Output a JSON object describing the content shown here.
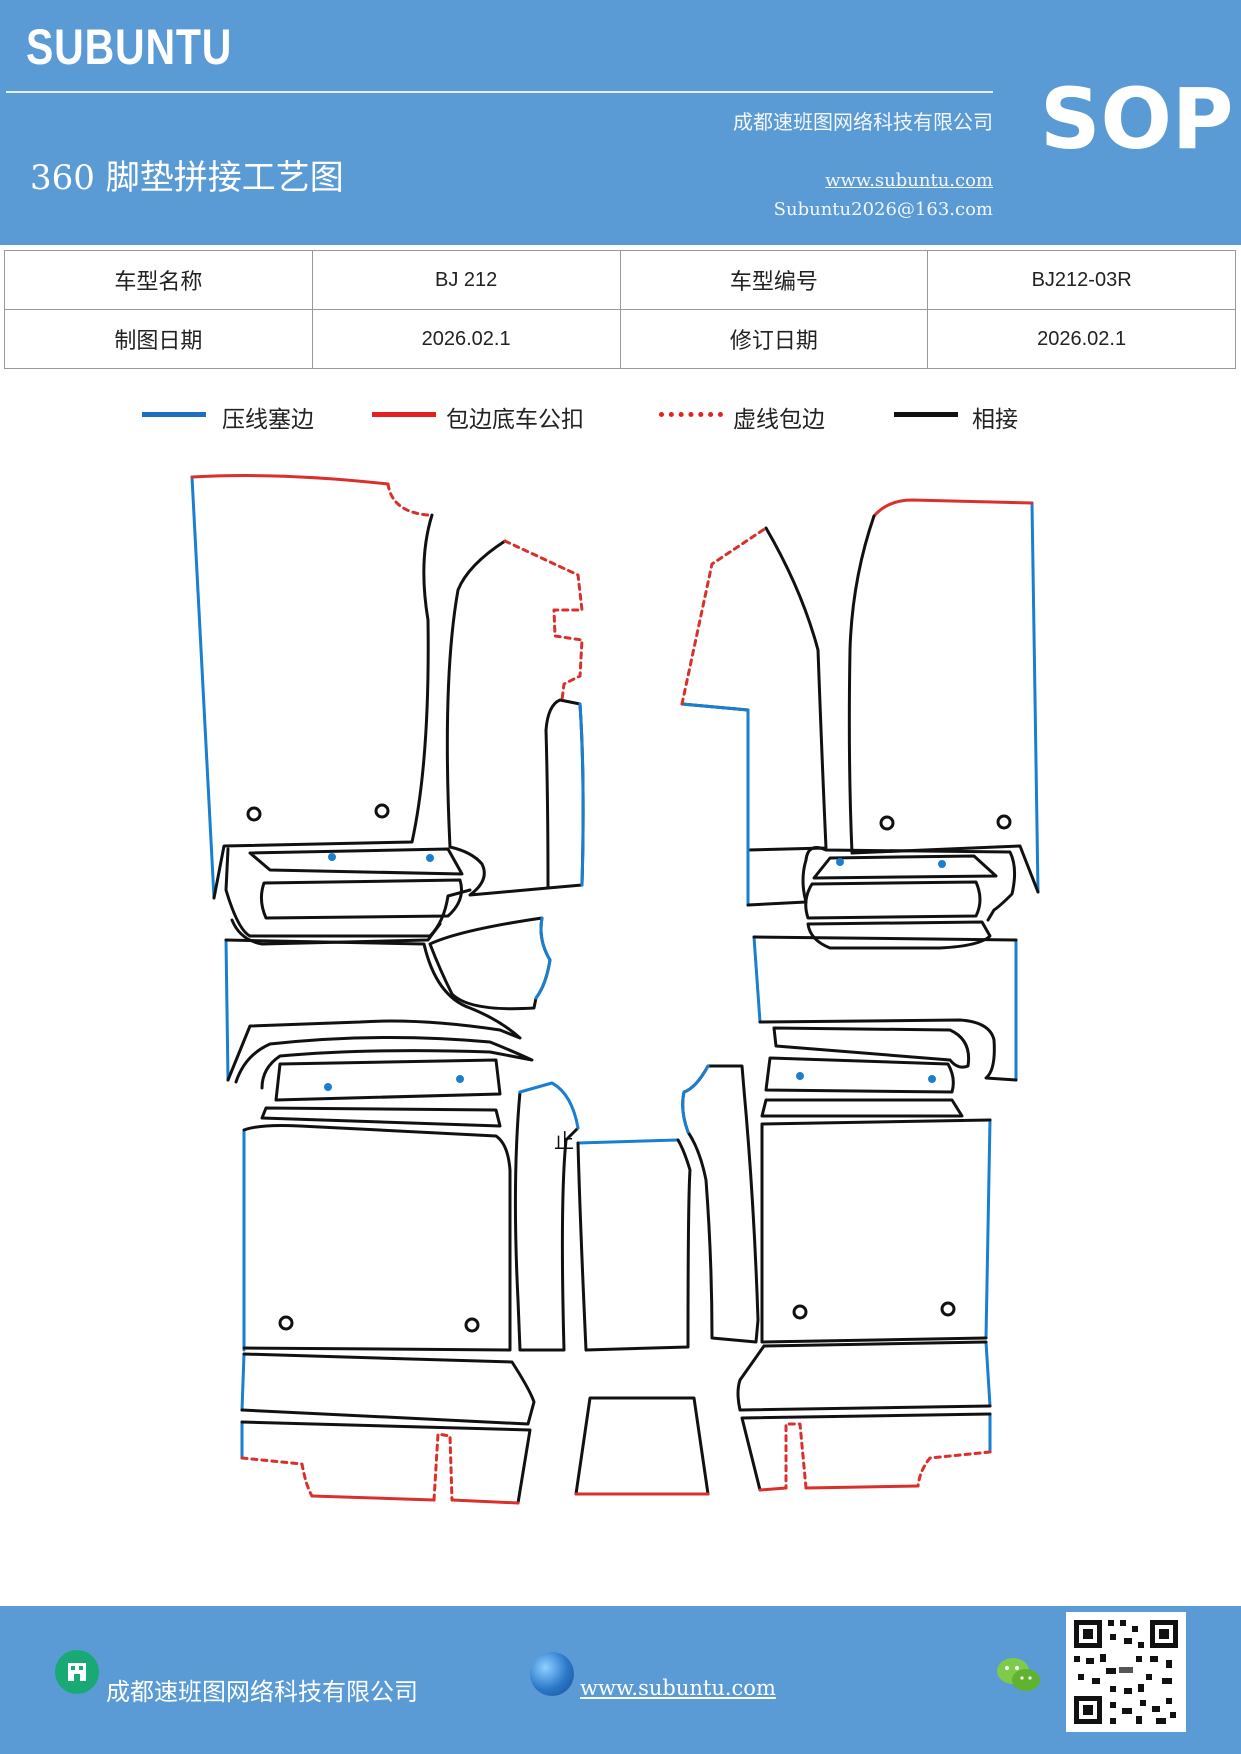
{
  "header": {
    "brand": "SUBUNTU",
    "company": "成都速班图网络科技有限公司",
    "title": "360 脚垫拼接工艺图",
    "website": "www.subuntu.com",
    "email": "Subuntu2026@163.com",
    "badge": "SOP"
  },
  "info_table": {
    "model_name_label": "车型名称",
    "model_name_value": "BJ 212",
    "model_code_label": "车型编号",
    "model_code_value": "BJ212-03R",
    "draw_date_label": "制图日期",
    "draw_date_value": "2026.02.1",
    "revise_date_label": "修订日期",
    "revise_date_value": "2026.02.1"
  },
  "legend": [
    {
      "label": "压线塞边",
      "color": "#1f6fbf",
      "style": "solid"
    },
    {
      "label": "包边底车公扣",
      "color": "#e52020",
      "style": "solid"
    },
    {
      "label": "虚线包边",
      "color": "#e52020",
      "style": "dotted"
    },
    {
      "label": "相接",
      "color": "#111111",
      "style": "solid"
    }
  ],
  "drawing": {
    "stray_mark": "止",
    "colors": {
      "press": "#1a7fd0",
      "wrap": "#d9302c",
      "joint": "#111111"
    }
  },
  "footer": {
    "company": "成都速班图网络科技有限公司",
    "website": "www.subuntu.com",
    "icons": [
      "building-icon",
      "globe-icon",
      "wechat-icon",
      "qr-code"
    ]
  }
}
